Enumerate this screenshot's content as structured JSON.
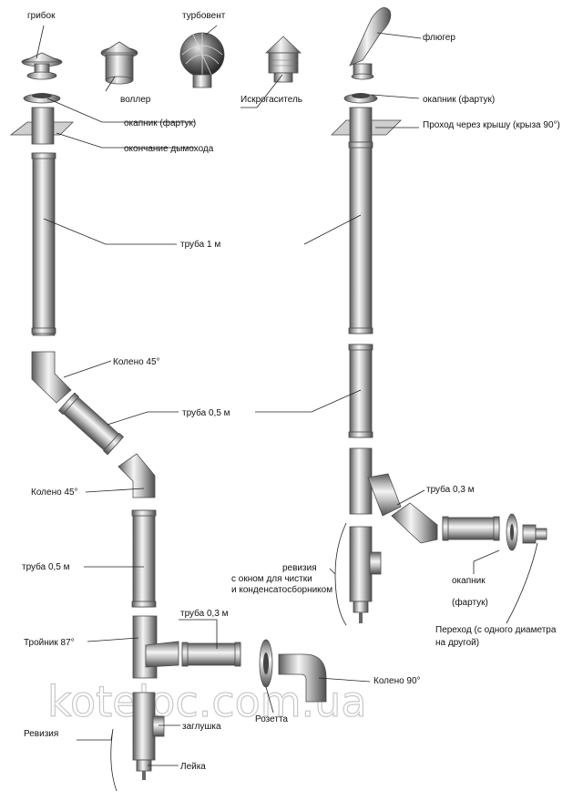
{
  "labels": {
    "gribok": "грибок",
    "turbovent": "турбовент",
    "voller": "воллер",
    "iskrogasitel": "Искрогаситель",
    "okapnik_left": "окапник (фартук)",
    "okonchanie": "окончание дымохода",
    "fluger": "флюгер",
    "okapnik_right": "окапник (фартук)",
    "prokhod": "Проход через крышу (крыза 90°)",
    "truba_1m": "труба 1 м",
    "koleno45_a": "Колено 45°",
    "truba05_a": "труба 0,5 м",
    "koleno45_b": "Колено 45°",
    "truba05_b": "труба 0,5 м",
    "truba03_right": "труба 0,3 м",
    "reviziya_right": "ревизия",
    "reviziya_right_line2": "с окном  для чистки",
    "reviziya_right_line3": "и конденсатосборником",
    "okapnik_side": "окапник",
    "okapnik_side_line2": "(фартук)",
    "perekhod": "Переход (с одного диаметра",
    "perekhod_line2": "на другой)",
    "troynik": "Тройник 87°",
    "truba03_left": "труба 0,3 м",
    "koleno90": "Колено 90°",
    "zaglushka": "заглушка",
    "rozetta": "Розетта",
    "reviziya_left": "Ревизия",
    "leyka": "Лейка"
  },
  "watermark": "kotelос.com.ua",
  "colors": {
    "metal_dark": "#5a5a5a",
    "metal_mid": "#b4b4b4",
    "metal_light": "#f2f2f2",
    "leader": "#222222"
  }
}
